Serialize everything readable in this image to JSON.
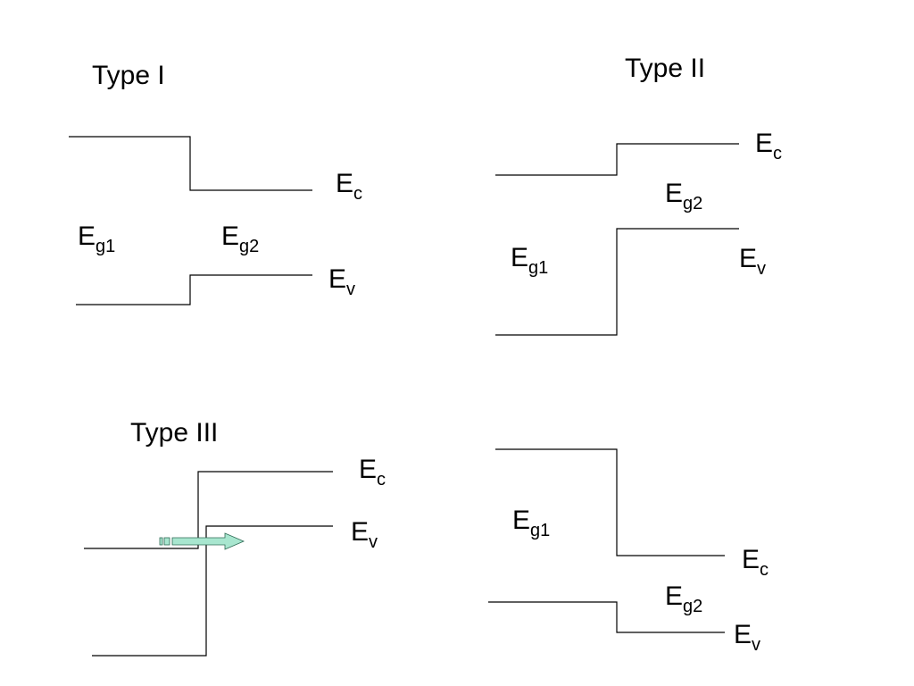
{
  "panels": {
    "type1": {
      "title": "Type I",
      "ec": {
        "main": "E",
        "sub": "c"
      },
      "ev": {
        "main": "E",
        "sub": "v"
      },
      "eg1": {
        "main": "E",
        "sub": "g1"
      },
      "eg2": {
        "main": "E",
        "sub": "g2"
      }
    },
    "type2": {
      "title": "Type II",
      "ec": {
        "main": "E",
        "sub": "c"
      },
      "ev": {
        "main": "E",
        "sub": "v"
      },
      "eg1": {
        "main": "E",
        "sub": "g1"
      },
      "eg2": {
        "main": "E",
        "sub": "g2"
      }
    },
    "type3": {
      "title": "Type III",
      "ec": {
        "main": "E",
        "sub": "c"
      },
      "ev": {
        "main": "E",
        "sub": "v"
      }
    },
    "type4": {
      "ec": {
        "main": "E",
        "sub": "c"
      },
      "ev": {
        "main": "E",
        "sub": "v"
      },
      "eg1": {
        "main": "E",
        "sub": "g1"
      },
      "eg2": {
        "main": "E",
        "sub": "g2"
      }
    }
  },
  "colors": {
    "line": "#000000",
    "arrow_fill": "#a8e6cf",
    "arrow_stroke": "#2e6b55"
  }
}
